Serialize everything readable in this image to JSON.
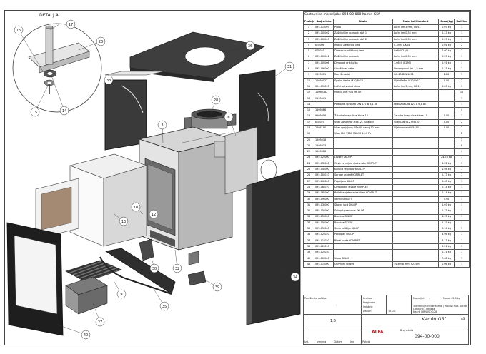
{
  "detail": {
    "label": "DETALJ A",
    "callouts": [
      "17",
      "16",
      "15",
      "14"
    ]
  },
  "callouts": [
    "23",
    "36",
    "33",
    "28",
    "31",
    "3",
    "6",
    "30",
    "35",
    "9",
    "27",
    "40",
    "34",
    "32",
    "39",
    "10",
    "13",
    "12"
  ],
  "bom": {
    "title": "Sastavnica materijala: 094-00-000 Kamin G5f",
    "headers": [
      "Pozicija",
      "Broj crteža",
      "Naziv",
      "Materijal/Standard",
      "Masa (kg)",
      "Količina"
    ],
    "rows": [
      [
        "1",
        "095-01-003",
        "Ploča",
        "Lučni lim 3 mm, DD11",
        "0.07 kg",
        "1"
      ],
      [
        "2",
        "095-00-002",
        "Zaštitni lim pucnosti duš 1",
        "Lučni lim 0,55 mm",
        "0.23 kg",
        "1"
      ],
      [
        "3",
        "095-00-003",
        "Zaštitni lim pucnosti duš 2",
        "Lučni lim 0,55 mm",
        "0.23 kg",
        "1"
      ],
      [
        "4",
        "KT0006",
        "Matica zaštitnog lima",
        "C.3995 DK14",
        "0.01 kg",
        "2"
      ],
      [
        "5",
        "KT0049",
        "Distancer zaštitnog lima",
        "Čelik M22/9",
        "0.00 kg",
        "2"
      ],
      [
        "6",
        "095-00-001",
        "Zaštitni lim pucnosti",
        "Lučni lim 0,55 mm",
        "0.25 kg",
        "1"
      ],
      [
        "7",
        "095-00-006",
        "Dimovod priključka",
        "1.6655 (E295)",
        "0.91 kg",
        "1"
      ],
      [
        "8",
        "095-09-000",
        "Učvršćivač vatre",
        "Vatrootporni lim 1,5 mm",
        "0.15 kg",
        "1"
      ],
      [
        "9",
        "9525001",
        "Rozi S-model",
        "GG-25 DIN 1691",
        "2.26",
        "1"
      ],
      [
        "10",
        "10050023",
        "Spojke fleške M10/8x12",
        "Vijak fleške M10/8x12",
        "0.00",
        "2"
      ],
      [
        "11",
        "094-05-013",
        "Lučni potvrđeni kloza",
        "Lučni lim 3 mm, DD11",
        "0.03 kg",
        "1"
      ],
      [
        "12",
        "10060782",
        "Matica DIN 934 M6 8k",
        "",
        "",
        "10"
      ],
      [
        "13",
        "9505041",
        "",
        "",
        "",
        "1"
      ],
      [
        "14",
        "",
        "Podložna uprošna DIN 127 B 6,1 8k",
        "Podložna DIN 127 B 6,1 8k",
        "",
        "1"
      ],
      [
        "15",
        "1505068",
        "",
        "",
        "",
        "4"
      ],
      [
        "16",
        "9505016",
        "Žaturka kvapućiva kloza 10",
        "Žaturka kvapućiva kloza 10",
        "0.00",
        "1"
      ],
      [
        "17",
        "KT0049",
        "Vijak za senzor M5x12 - lučaroni",
        "Vijak DIN 912 M5x10",
        "0.00",
        "2"
      ],
      [
        "18",
        "1505190",
        "Vijak spojajnog M5x30, nasuj 10 mm",
        "Vijak spojajni M5x30",
        "0.00",
        "2"
      ],
      [
        "19",
        "",
        "Vijak ISO 7380 M6x30 10.9 Pa",
        "",
        "",
        "2"
      ],
      [
        "20",
        "1505078",
        "",
        "",
        "",
        "3"
      ],
      [
        "21",
        "1505033",
        "",
        "",
        "",
        "8"
      ],
      [
        "22",
        "1505068",
        "",
        "",
        "",
        "4"
      ],
      [
        "23",
        "095-02-000",
        "Ložište SKLOP",
        "",
        "24.78 kg",
        "1"
      ],
      [
        "24",
        "095-03-000",
        "Okvir za vrijezi otok vrata KOMPLET",
        "",
        "8.22 kg",
        "1"
      ],
      [
        "25",
        "095-04-000",
        "Kukuca regulatora SKLOP",
        "",
        "1.98 kg",
        "1"
      ],
      [
        "26",
        "095-10-010",
        "Sprage vratiré KOMPLET",
        "",
        "0.73 kg",
        "1"
      ],
      [
        "27",
        "095-06-000",
        "Pepeljara SKLOP",
        "",
        "2.60 kg",
        "1"
      ],
      [
        "28",
        "095-08-010",
        "Dimovodni otvore KOMPLET",
        "",
        "0.14 kg",
        "1"
      ],
      [
        "29",
        "095-08-000",
        "Rešetka cjeleovnica dima KOMPLET",
        "",
        "0.14 kg",
        "1"
      ],
      [
        "30",
        "095-09-000",
        "Vermikulit SET",
        "",
        "4.90",
        "1"
      ],
      [
        "31",
        "095-03-000",
        "Stopni lucit SKLOP",
        "",
        "1.07 kg",
        "1"
      ],
      [
        "32",
        "095-05-000",
        "Sokopit pramcine SKLOP",
        "",
        "0.77 kg",
        "1"
      ],
      [
        "33",
        "095-05-000",
        "Bocnica SKLOP",
        "",
        "4.37 kg",
        "1"
      ],
      [
        "34",
        "095-05-000",
        "Bocnica SKLOP",
        "",
        "4.37 kg",
        "1"
      ],
      [
        "35",
        "095-05-000",
        "Sucje zaštitja SKLOP",
        "",
        "2.14 kg",
        "1"
      ],
      [
        "36",
        "095-02-020",
        "Poklopac SKLOP",
        "",
        "8.96 kg",
        "1"
      ],
      [
        "37",
        "095-01-020",
        "Plocé lucde KOMPLET",
        "",
        "3.13 kg",
        "1"
      ],
      [
        "38",
        "095-02-010",
        "",
        "",
        "0.21 kg",
        "1"
      ],
      [
        "39",
        "095-02-030",
        "",
        "",
        "0.21 kg",
        "1"
      ],
      [
        "40",
        "094-00-000",
        "Vrata SKLOP",
        "",
        "7.68 kg",
        "1"
      ],
      [
        "41",
        "095-01-000",
        "Univrlilni Stosvej",
        "TV lim 8 mm, S235JR",
        "0.06 kg",
        "1"
      ]
    ]
  },
  "title_block": {
    "surface_label": "Površinska zaštita:",
    "surface_value": "-",
    "scale": "1:5",
    "designer": "Kreirao",
    "checker": "Pregledao",
    "approver": "Odobrio",
    "date_label": "Datum",
    "date_value": "12.03.",
    "material_label": "Materijal:",
    "material_value": "-",
    "mass_label": "Masa: 45.6 kg",
    "notes": [
      "Tolerancije: neoznačene / Rubovi mat. oštriti",
      "Lakirano / Obrada",
      "Nacrt: HRN ISO 128"
    ],
    "part_name": "Kamin G5f",
    "part_number": "094-00-000",
    "drawing_label": "Broj crteža",
    "sheet_size": "A3",
    "company": "ALFA",
    "revision_row": [
      "Izd.",
      "Izmjena",
      "Datum",
      "Ime",
      "Potpis"
    ]
  }
}
